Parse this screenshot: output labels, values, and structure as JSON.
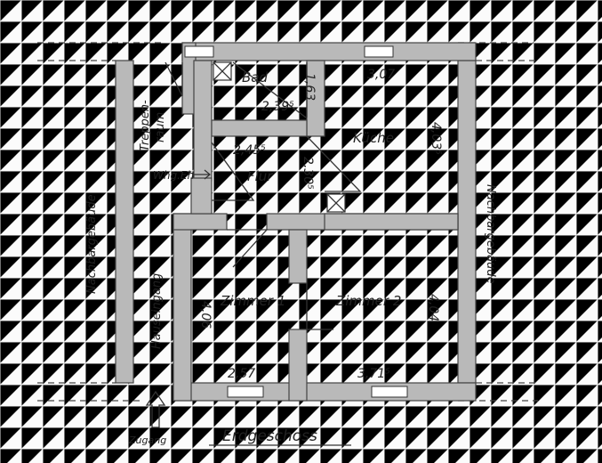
{
  "title": "Erdgeschoss",
  "labels": {
    "neighbor_left": "Nachbargebäude",
    "neighbor_right": "Nachbargebäude",
    "stair_top": "Treppen-",
    "stair_bottom": "raum",
    "apartment_entry": "Whg.Eh",
    "house_entry": "Hauseingang",
    "access": "Zugang"
  },
  "rooms": {
    "bath": "Bad",
    "kitchen": "Küche",
    "hall": "Flur",
    "room1": "Zimmer 1",
    "room2": "Zimmer 2"
  },
  "dimensions": {
    "bath_height": "1,63",
    "bath_width": "2,39⁵",
    "kitchen_width": "3,07",
    "kitchen_height": "4,03⁵",
    "hall_width": "2,45⁵",
    "hall_height": "2,30⁵",
    "room1_height": "4,06",
    "room1_width": "2,57",
    "room2_height": "4,04",
    "room2_width": "3,71⁵"
  }
}
